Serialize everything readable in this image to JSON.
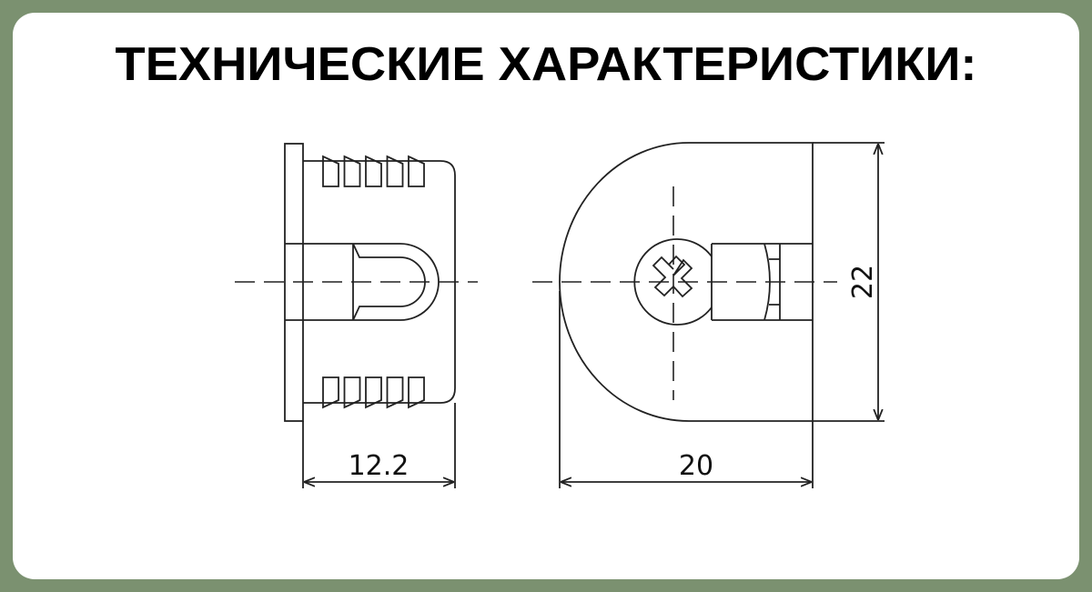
{
  "title": "ТЕХНИЧЕСКИЕ ХАРАКТЕРИСТИКИ:",
  "dimensions": {
    "side_length": "12.2",
    "front_width": "20",
    "front_height": "22"
  },
  "colors": {
    "background": "#7b9170",
    "card": "#ffffff",
    "line": "#222222"
  }
}
